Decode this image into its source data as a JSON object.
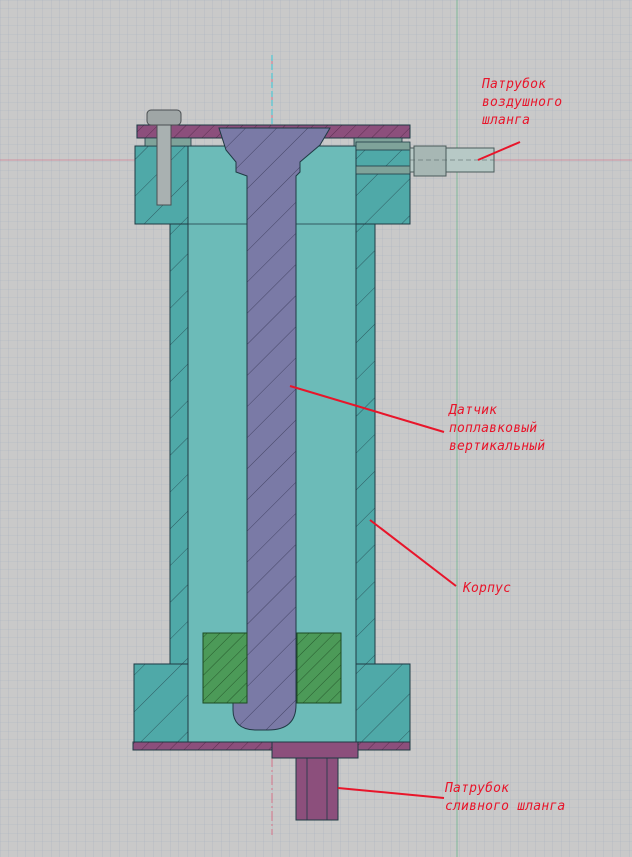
{
  "labels": {
    "air_hose": "Патрубок\nвоздушного\nшланга",
    "float_sensor": "Датчик\nпоплавковый\nвертикальный",
    "body": "Корпус",
    "drain_hose": "Патрубок\nсливного шланга"
  },
  "colors": {
    "background": "#c9c9c9",
    "grid_minor": "#aab3c1",
    "grid_major": "#8e99ab",
    "body_fill": "#4fa9a8",
    "inner_fill": "#6cbbb8",
    "sensor_fill": "#7a7aa6",
    "cap_fill": "#8c4f7c",
    "magnet_fill": "#4c9a58",
    "outline": "#1f3a44",
    "leader": "#e8152a",
    "axis_cyan": "#37c7d6",
    "axis_red": "#d9607a"
  }
}
